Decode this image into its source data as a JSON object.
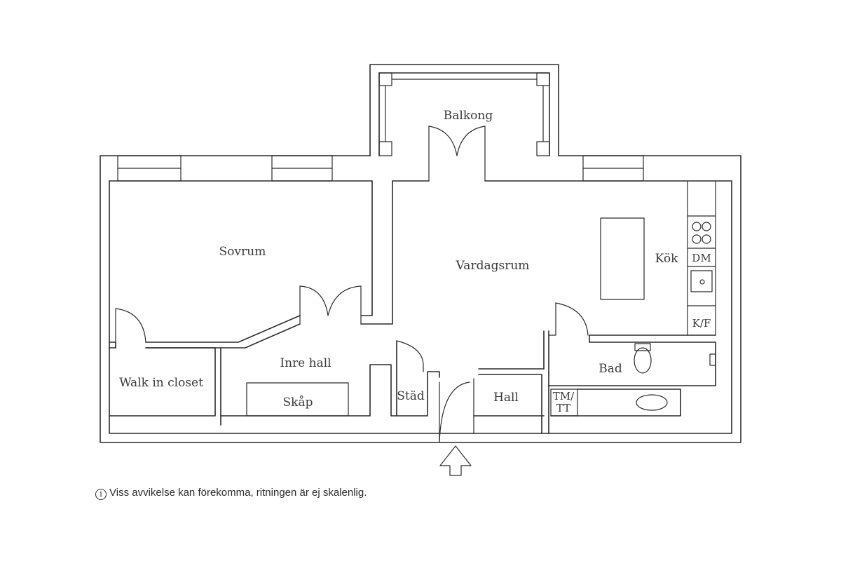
{
  "rooms": {
    "balkong": "Balkong",
    "sovrum": "Sovrum",
    "vardagsrum": "Vardagsrum",
    "kok": "Kök",
    "walk_in_closet": "Walk in closet",
    "inre_hall": "Inre hall",
    "skap": "Skåp",
    "stad": "Städ",
    "hall": "Hall",
    "bad": "Bad"
  },
  "fixtures": {
    "dm": "DM",
    "kf": "K/F",
    "tm_line1": "TM/",
    "tm_line2": "TT"
  },
  "disclaimer": {
    "icon": "info-icon",
    "text": "Viss avvikelse kan förekomma, ritningen är ej skalenlig."
  }
}
